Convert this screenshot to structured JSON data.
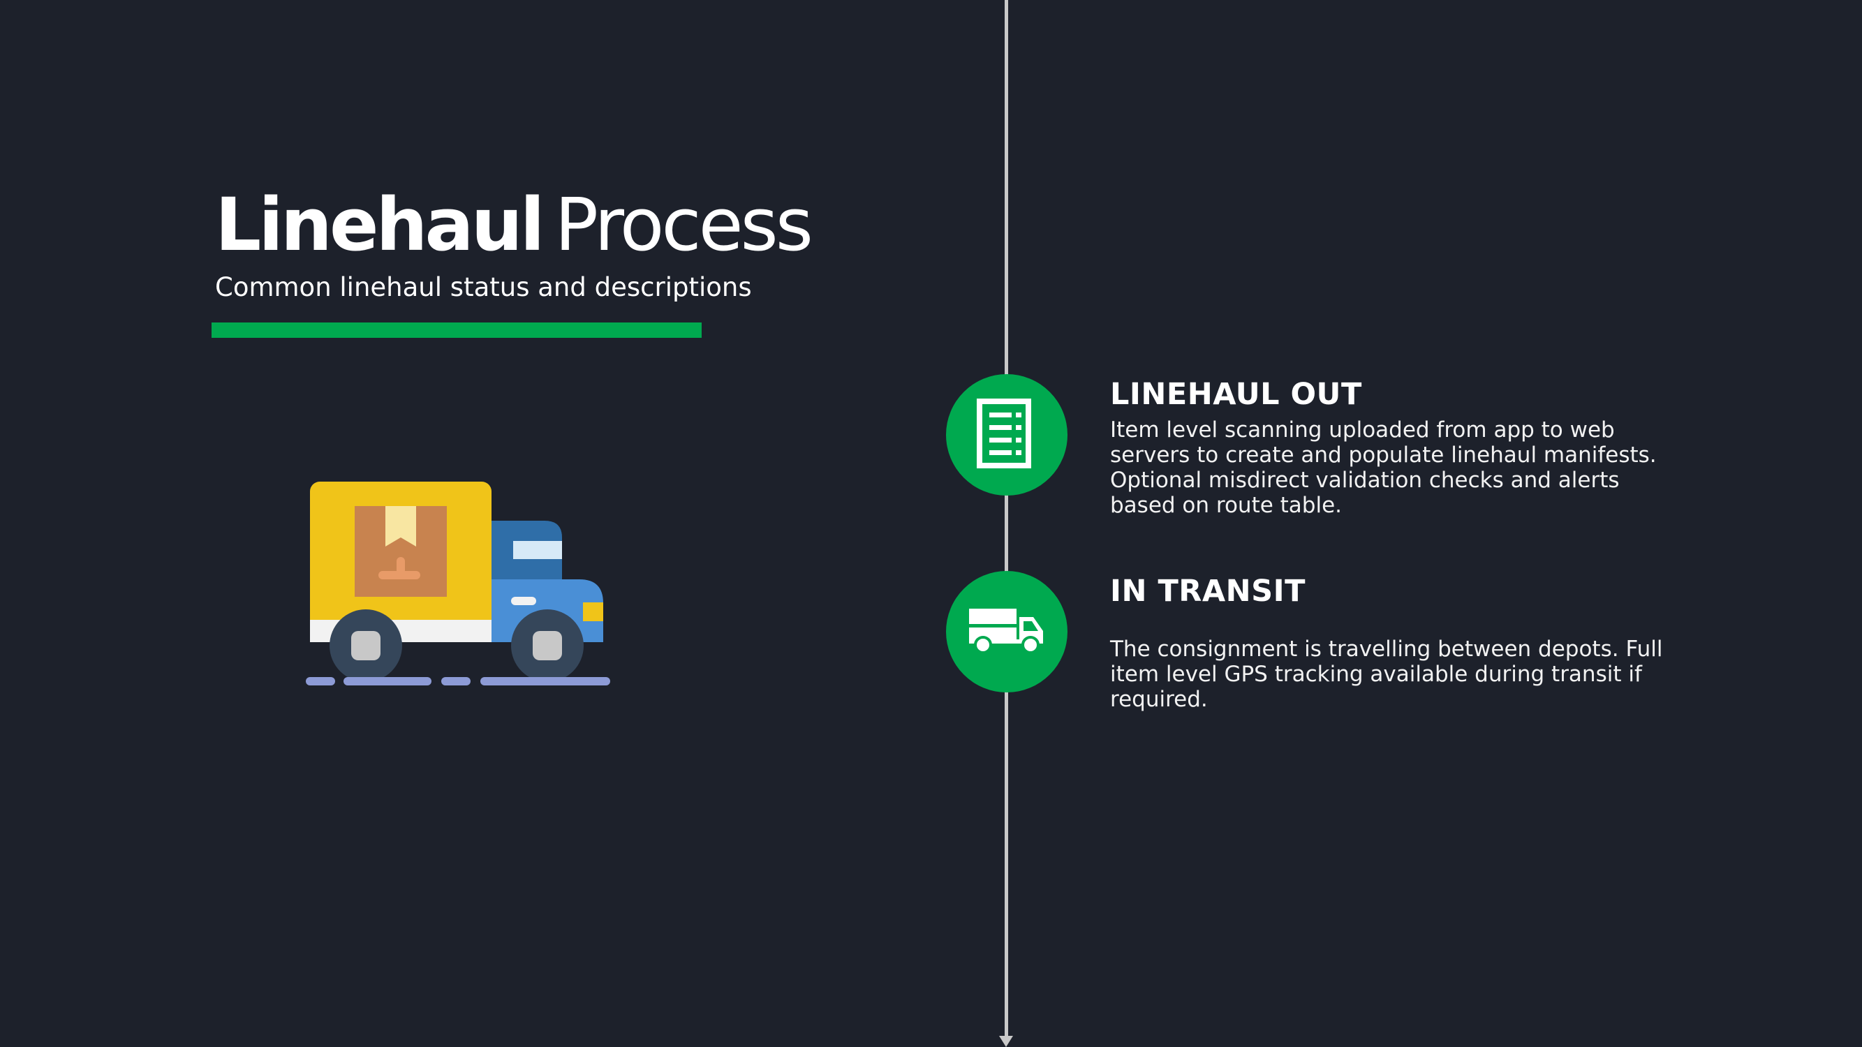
{
  "slide": {
    "title_bold": "Linehaul",
    "title_light": "Process",
    "subtitle": "Common linehaul status and descriptions"
  },
  "colors": {
    "background": "#1d212b",
    "accent": "#00a94f",
    "timeline": "#c9c9c9"
  },
  "steps": [
    {
      "icon": "manifest-list-icon",
      "heading": "LINEHAUL OUT",
      "description": "Item level scanning uploaded from app to web servers to create and populate linehaul manifests. Optional misdirect validation checks and alerts based on route table."
    },
    {
      "icon": "delivery-truck-icon",
      "heading": "IN TRANSIT",
      "description": "The consignment is travelling between depots. Full item level GPS tracking available during transit if required."
    }
  ],
  "illustration": {
    "icon": "delivery-truck-illustration-icon"
  }
}
